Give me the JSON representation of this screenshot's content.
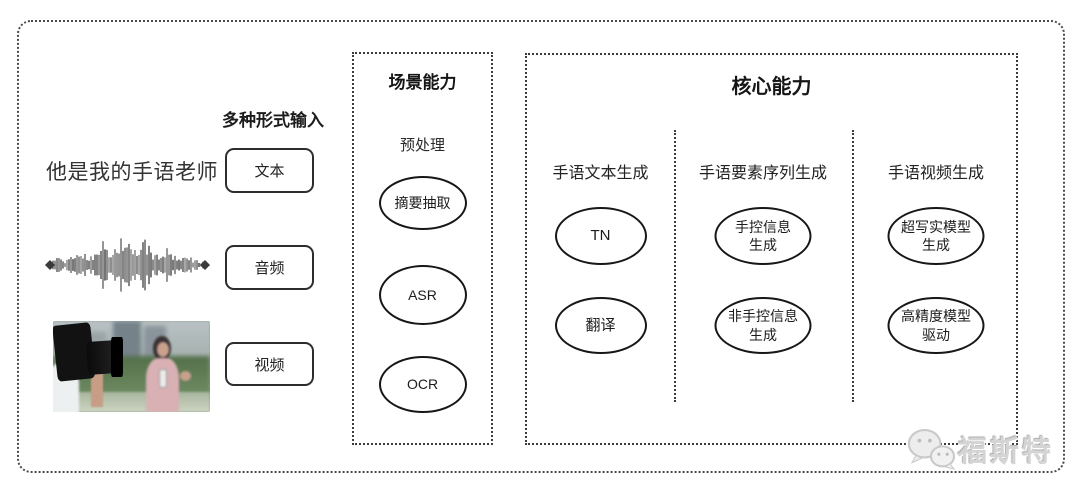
{
  "diagram": {
    "input": {
      "title": "多种形式输入",
      "sample_text": "他是我的手语老师",
      "text_label": "文本",
      "audio_label": "音频",
      "video_label": "视频"
    },
    "scene": {
      "title": "场景能力",
      "subtitle": "预处理",
      "nodes": [
        "摘要抽取",
        "ASR",
        "OCR"
      ]
    },
    "core": {
      "title": "核心能力",
      "columns": [
        {
          "header": "手语文本生成",
          "nodes": [
            "TN",
            "翻译"
          ]
        },
        {
          "header": "手语要素序列生成",
          "nodes": [
            "手控信息\n生成",
            "非手控信息\n生成"
          ]
        },
        {
          "header": "手语视频生成",
          "nodes": [
            "超写实模型\n生成",
            "高精度模型\n驱动"
          ]
        }
      ]
    },
    "watermark": {
      "text": "福斯特"
    }
  },
  "icons": {
    "waveform": "audio-waveform-icon",
    "photo": "camera-interview-photo",
    "watermark_icon": "wechat-chat-bubbles-icon"
  },
  "colors": {
    "stroke": "#171717",
    "dotted_border": "#4b4b4b",
    "watermark": "#d4d4d4",
    "background": "#ffffff"
  }
}
